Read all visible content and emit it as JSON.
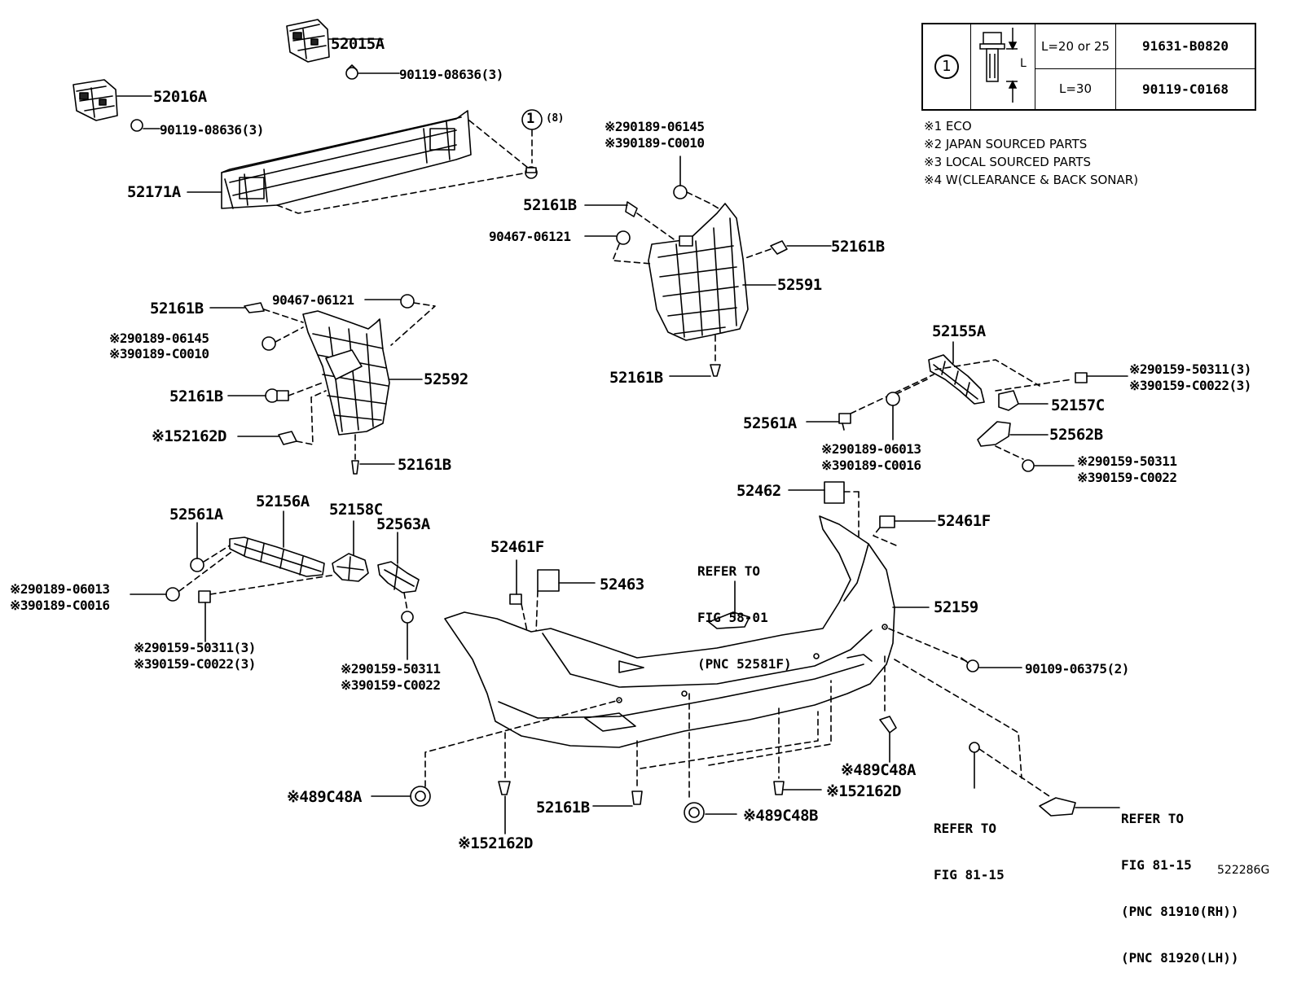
{
  "legend": {
    "symbol": "1",
    "dimension_label": "L",
    "rows": [
      {
        "length": "L=20 or 25",
        "part": "91631-B0820"
      },
      {
        "length": "L=30",
        "part": "90119-C0168"
      }
    ]
  },
  "notes": [
    "※1 ECO",
    "※2 JAPAN SOURCED PARTS",
    "※3 LOCAL SOURCED PARTS",
    "※4 W(CLEARANCE & BACK SONAR)"
  ],
  "parts": {
    "p52015A": "52015A",
    "p52016A": "52016A",
    "bolt_top_a": "90119-08636(3)",
    "bolt_top_b": "90119-08636(3)",
    "p52171A": "52171A",
    "circle_num": "1",
    "circle_qty": "(8)",
    "screw_rh_a": "90189-06145",
    "screw_rh_b": "90189-C0010",
    "clip_rh_a": "52161B",
    "nut_rh": "90467-06121",
    "clip_rh_b": "52161B",
    "p52591": "52591",
    "clip_rh_c": "52161B",
    "clip_lh_a": "52161B",
    "nut_lh": "90467-06121",
    "screw_lh_a": "90189-06145",
    "screw_lh_b": "90189-C0010",
    "clip_lh_b": "52161B",
    "p52592": "52592",
    "rivet_lh": "52162D",
    "clip_lh_c": "52161B",
    "p52155A": "52155A",
    "bolt_r_a": "90159-50311(3)",
    "bolt_r_b": "90159-C0022(3)",
    "p52157C": "52157C",
    "p52561A_r": "52561A",
    "p52562B": "52562B",
    "screw_r_a": "90189-06013",
    "screw_r_b": "90189-C0016",
    "bolt_r2_a": "90159-50311",
    "bolt_r2_b": "90159-C0022",
    "p52462": "52462",
    "p52461F_r": "52461F",
    "p52561A_l": "52561A",
    "p52156A": "52156A",
    "p52158C": "52158C",
    "p52563A": "52563A",
    "screw_l_a": "90189-06013",
    "screw_l_b": "90189-C0016",
    "bolt_l_a": "90159-50311(3)",
    "bolt_l_b": "90159-C0022(3)",
    "bolt_l2_a": "90159-50311",
    "bolt_l2_b": "90159-C0022",
    "p52461F_l": "52461F",
    "p52463": "52463",
    "p52159": "52159",
    "bolt_90109": "90109-06375(2)",
    "sonar_a": "89C48A",
    "sonar_b": "89C48A",
    "sonar_c": "89C48B",
    "rivet_a": "52162D",
    "rivet_b": "52162D",
    "clip_bottom": "52161B"
  },
  "mark_labels": {
    "m1": "※1",
    "m2": "※2",
    "m3": "※3",
    "m4": "※4"
  },
  "refs": {
    "refer_58": [
      "REFER TO",
      "FIG 58-01",
      "(PNC 52581F)"
    ],
    "refer_81a": [
      "REFER TO",
      "FIG 81-15"
    ],
    "refer_81b": [
      "REFER TO",
      "FIG 81-15",
      "(PNC 81910(RH))",
      "(PNC 81920(LH))"
    ]
  },
  "figure_id": "522286G"
}
